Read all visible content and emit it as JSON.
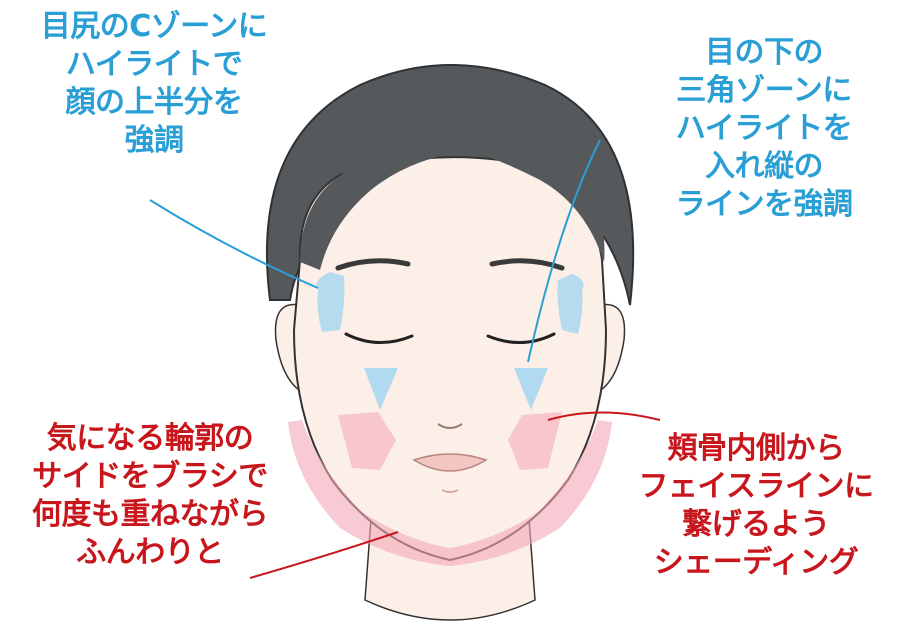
{
  "colors": {
    "highlight_accent": "#2a9fd6",
    "shading_accent": "#c8161d",
    "hair": "#55595c",
    "skin": "#fcefe7",
    "shading_fill": "#f4a6b6",
    "highlight_fill": "#a9d6ef"
  },
  "captions": {
    "top_left": [
      "目尻のCゾーンに",
      "ハイライトで",
      "顔の上半分を",
      "強調"
    ],
    "top_right": [
      "目の下の",
      "三角ゾーンに",
      "ハイライトを",
      "入れ縦の",
      "ラインを強調"
    ],
    "bottom_left": [
      "気になる輪郭の",
      "サイドをブラシで",
      "何度も重ねながら",
      "ふんわりと"
    ],
    "bottom_right": [
      "頬骨内側から",
      "フェイスラインに",
      "繋げるよう",
      "シェーディング"
    ]
  }
}
